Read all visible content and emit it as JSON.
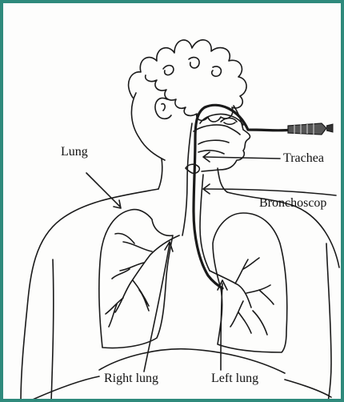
{
  "labels": {
    "lung": "Lung",
    "trachea": "Trachea",
    "bronchoscope": "Bronchoscop",
    "right_lung": "Right lung",
    "left_lung": "Left lung"
  },
  "colors": {
    "frame": "#2f8a7c",
    "ink": "#1a1a1a",
    "scope_body": "#555555"
  }
}
